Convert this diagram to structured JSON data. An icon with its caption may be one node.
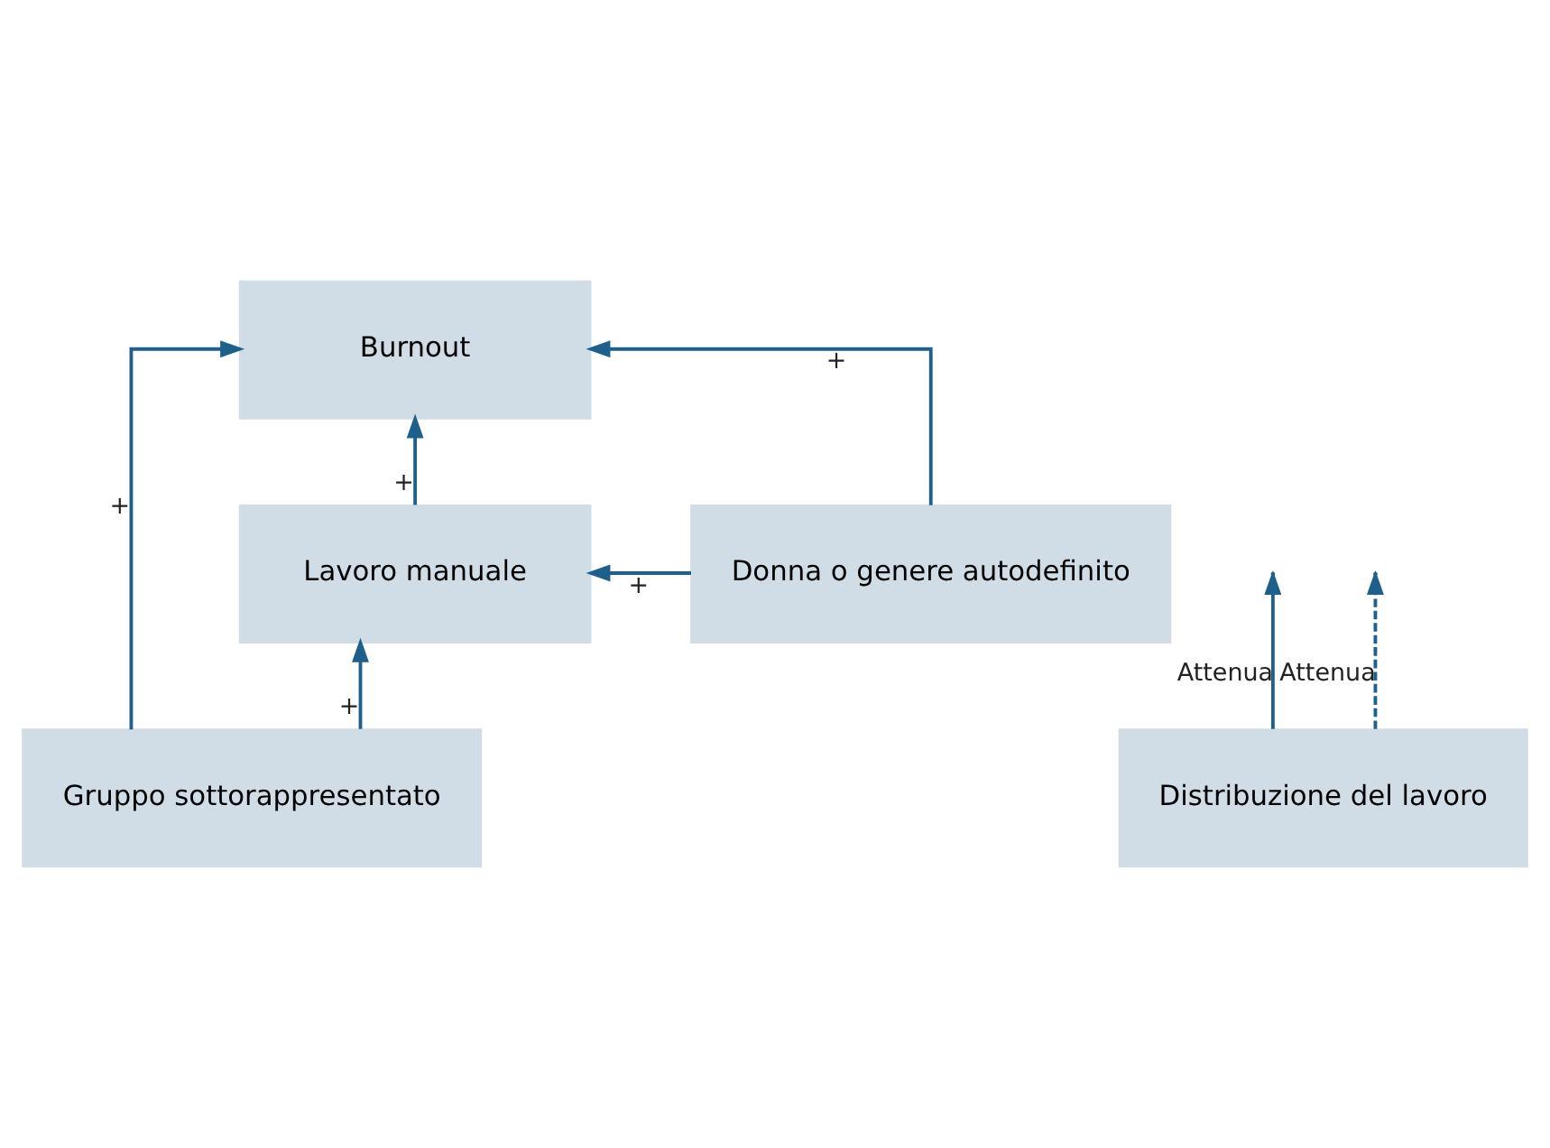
{
  "diagram": {
    "nodes": [
      {
        "text": [
          "Burnout"
        ]
      },
      {
        "text": [
          "Lavoro manuale"
        ]
      },
      {
        "text": [
          "Donna o genere autodefinito"
        ]
      },
      {
        "text": [
          "Gruppo sottorappresentato"
        ]
      },
      {
        "text": [
          "Distribuzione del lavoro"
        ]
      }
    ],
    "edges": [
      {
        "from": 1,
        "to": 0,
        "arrow": "to",
        "label": "+"
      },
      {
        "from": 2,
        "to": 0,
        "arrow": "to",
        "label": "+"
      },
      {
        "from": 2,
        "to": 1,
        "arrow": "to",
        "label": "+"
      },
      {
        "from": 3,
        "to": 1,
        "arrow": "to",
        "label": "+"
      },
      {
        "from": 3,
        "to": 0,
        "arrow": "to",
        "label": "+"
      },
      {
        "from": 4,
        "to": null,
        "arrow": "to",
        "label": "Attenua"
      },
      {
        "from": 4,
        "to": null,
        "arrow": "to",
        "label": "Attenua",
        "style": "dashed"
      }
    ]
  }
}
